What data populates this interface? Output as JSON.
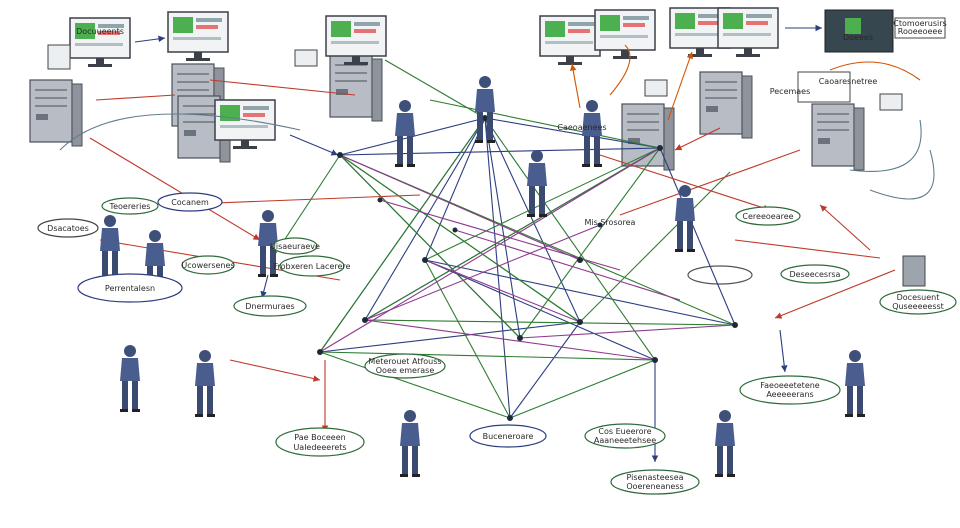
{
  "labels": {
    "l1": "Dsacatoes",
    "l2": "Teoereries",
    "l3": "Cocanem",
    "l4": "Ucowersenes",
    "l5": "Uisaeuraeve",
    "l6": "Frobxeren Lacerere",
    "l7": "Perrentalesn",
    "l8": "Dnermuraes",
    "l9": "Pae Boceeen",
    "l9b": "Ualedeeerets",
    "l10": "Meterouet Atfouss",
    "l10b": "Ooee emerase",
    "l11": "Buceneroare",
    "l12": "Cos Eueerore",
    "l12b": "Aaaneeetehsee",
    "l13": "Pisenasteesea",
    "l13b": "Ooereneaness",
    "l14": "Faeoeeetetene",
    "l14b": "Aeeeeerans",
    "l15": "Cereeoearee",
    "l16": "Deseecesrsa",
    "l17": "Docesuent",
    "l17b": "Quseeeeesst",
    "l18": "Caoaresnetree",
    "l19": "Ctomoerusirs",
    "l19b": "Rooeeoeee",
    "l20": "Doeees",
    "l21": "Caeoaenees",
    "l22": "Mis Srosorea",
    "l23": "Docuueents",
    "l23b": "Pecemaes"
  }
}
